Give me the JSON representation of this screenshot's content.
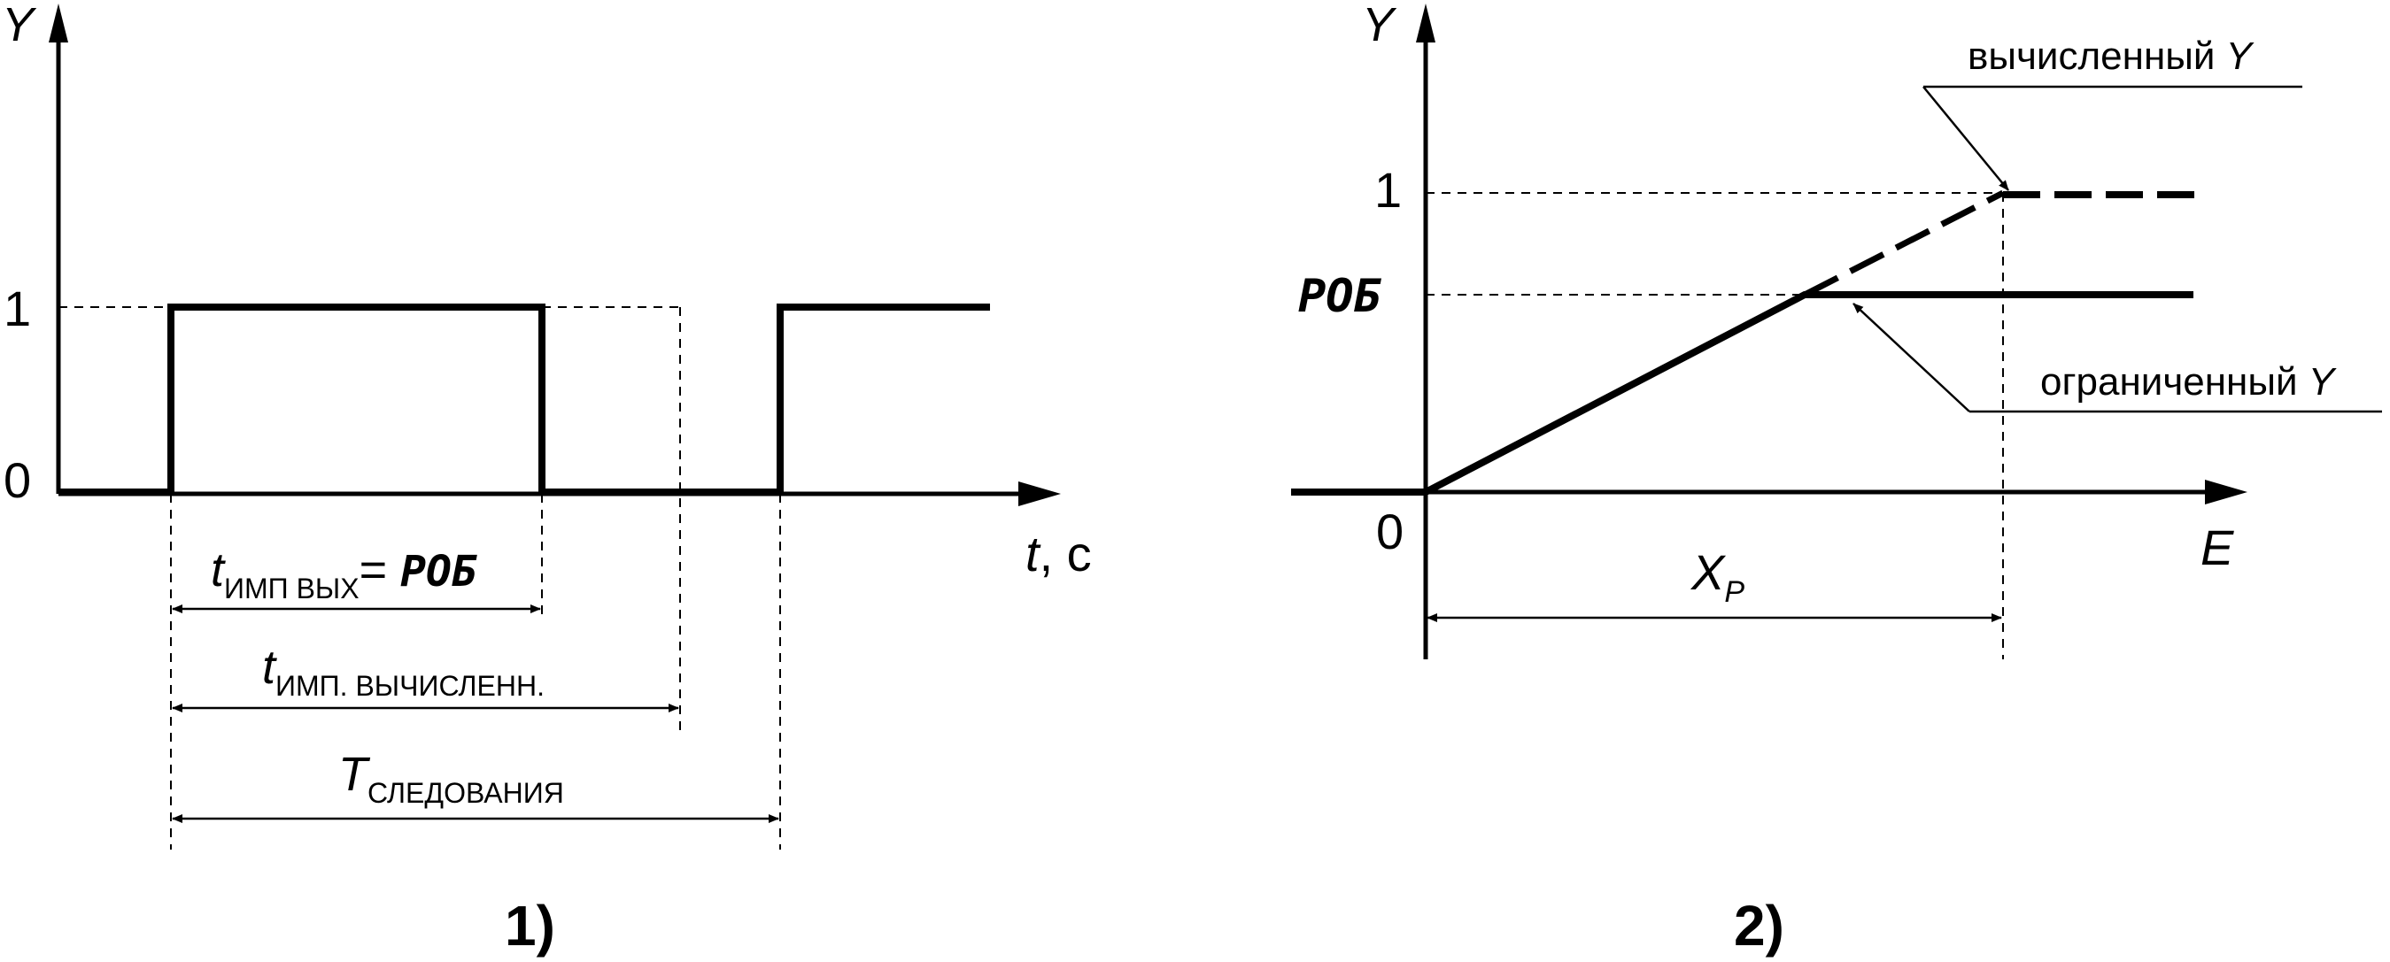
{
  "panel1": {
    "y_axis": "Y",
    "tick_1": "1",
    "tick_0": "0",
    "x_axis_var": "t",
    "x_axis_unit": ", с",
    "t_out_var": "t",
    "t_out_sub": "ИМП  ВЫХ",
    "t_out_eq": "= ",
    "t_out_param": "РОБ",
    "t_calc_var": "t",
    "t_calc_sub": "ИМП. ВЫЧИСЛЕНН.",
    "period_var": "T",
    "period_sub": "СЛЕДОВАНИЯ",
    "caption": "1)"
  },
  "panel2": {
    "y_axis": "Y",
    "tick_1": "1",
    "tick_rob": "РОБ",
    "origin": "0",
    "x_axis": "E",
    "xp_var": "X",
    "xp_sub": "P",
    "calc_label": "вычисленный ",
    "calc_label_var": "Y",
    "limited_label": "ограниченный ",
    "limited_label_var": "Y",
    "caption": "2)"
  }
}
